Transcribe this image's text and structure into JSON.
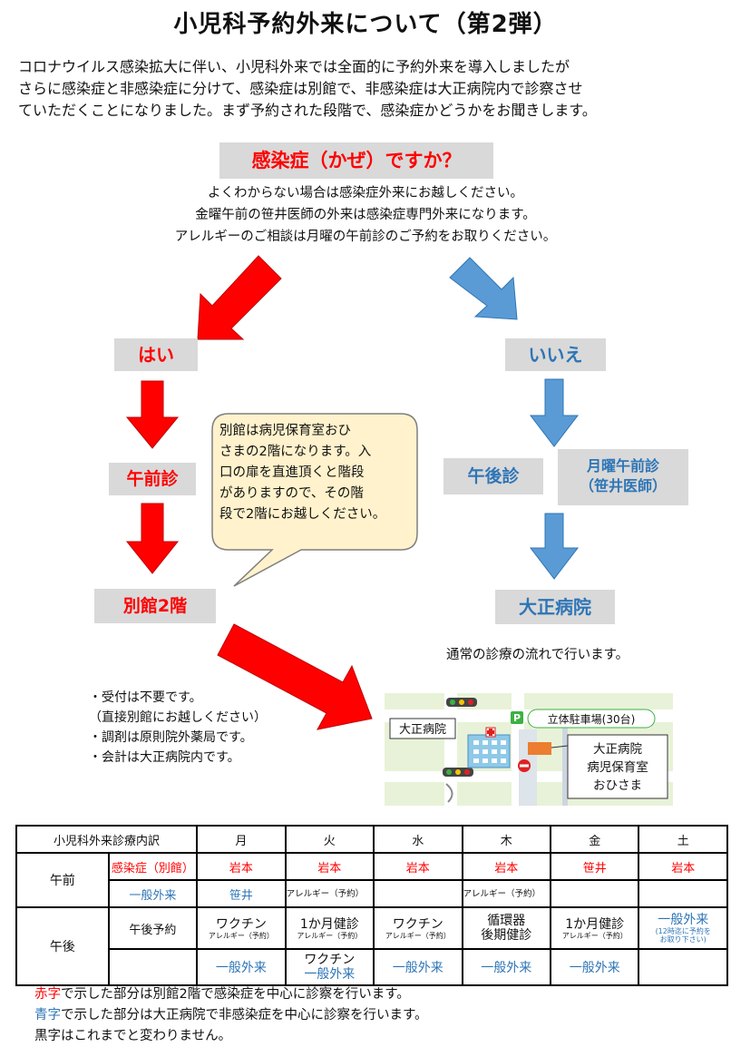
{
  "title": "小児科予約外来について（第2弾）",
  "intro": [
    "コロナウイルス感染拡大に伴い、小児科外来では全面的に予約外来を導入しましたが",
    "さらに感染症と非感染症に分けて、感染症は別館で、非感染症は大正病院内で診察させ",
    "ていただくことになりました。まず予約された段階で、感染症かどうかをお聞きします。"
  ],
  "question": "感染症（かぜ）ですか？",
  "question_notes": [
    "よくわからない場合は感染症外来にお越しください。",
    "金曜午前の笹井医師の外来は感染症専門外来になります。",
    "アレルギーのご相談は月曜の午前診のご予約をお取りください。"
  ],
  "yes_label": "はい",
  "no_label": "いいえ",
  "yes_morning": "午前診",
  "yes_dest": "別館2階",
  "no_afternoon": "午後診",
  "no_monday_line1": "月曜午前診",
  "no_monday_line2": "（笹井医師）",
  "no_dest": "大正病院",
  "no_dest_note": "通常の診療の流れで行います。",
  "bubble": [
    "別館は病児保育室おひ",
    "さまの2階になります。入",
    "口の扉を直進頂くと階段",
    "がありますので、その階",
    "段で2階にお越しください。"
  ],
  "notes": [
    "・受付は不要です。",
    "（直接別館にお越しください）",
    "・調剤は原則院外薬局です。",
    "・会計は大正病院内です。"
  ],
  "map": {
    "hospital_label": "大正病院",
    "parking_label": "立体駐車場(30台)",
    "parking_icon": "P",
    "annex_line1": "大正病院",
    "annex_line2": "病児保育室",
    "annex_line3": "おひさま"
  },
  "schedule": {
    "header": [
      "小児科外来診療内訳",
      "月",
      "火",
      "水",
      "木",
      "金",
      "土"
    ],
    "am_label": "午前",
    "pm_label": "午後",
    "am_row1": [
      "感染症（別館）",
      "岩本",
      "岩本",
      "岩本",
      "岩本",
      "笹井",
      "岩本"
    ],
    "am_row2": [
      "一般外来",
      "笹井",
      "アレルギー（予約）",
      "",
      "アレルギー（予約）",
      "",
      ""
    ],
    "pm_row1_label": "午後予約",
    "pm_row1_main": [
      "ワクチン",
      "1か月健診",
      "ワクチン",
      "循環器",
      "1か月健診",
      "一般外来"
    ],
    "pm_row1_main2": [
      "",
      "",
      "",
      "後期健診",
      "",
      ""
    ],
    "pm_row1_sub": [
      "アレルギー（予約）",
      "アレルギー（予約）",
      "アレルギー（予約）",
      "",
      "アレルギー（予約）",
      "(12時迄に予約を"
    ],
    "pm_row1_sub2": [
      "",
      "",
      "",
      "",
      "",
      "お取り下さい)"
    ],
    "pm_row2": [
      "",
      "一般外来",
      "ワクチン",
      "一般外来",
      "一般外来",
      "一般外来",
      ""
    ],
    "pm_row2_tue_line2": "一般外来"
  },
  "legend": {
    "red_word": "赤字",
    "red_text": "で示した部分は別館2階で感染症を中心に診察を行います。",
    "blue_word": "青字",
    "blue_text": "で示した部分は大正病院で非感染症を中心に診察を行います。",
    "black_text": "黒字はこれまでと変わりません。"
  },
  "colors": {
    "red": "#ff0000",
    "blue": "#2e75b6",
    "box_gray": "#d9d9d9",
    "bubble": "#fff2cc"
  }
}
